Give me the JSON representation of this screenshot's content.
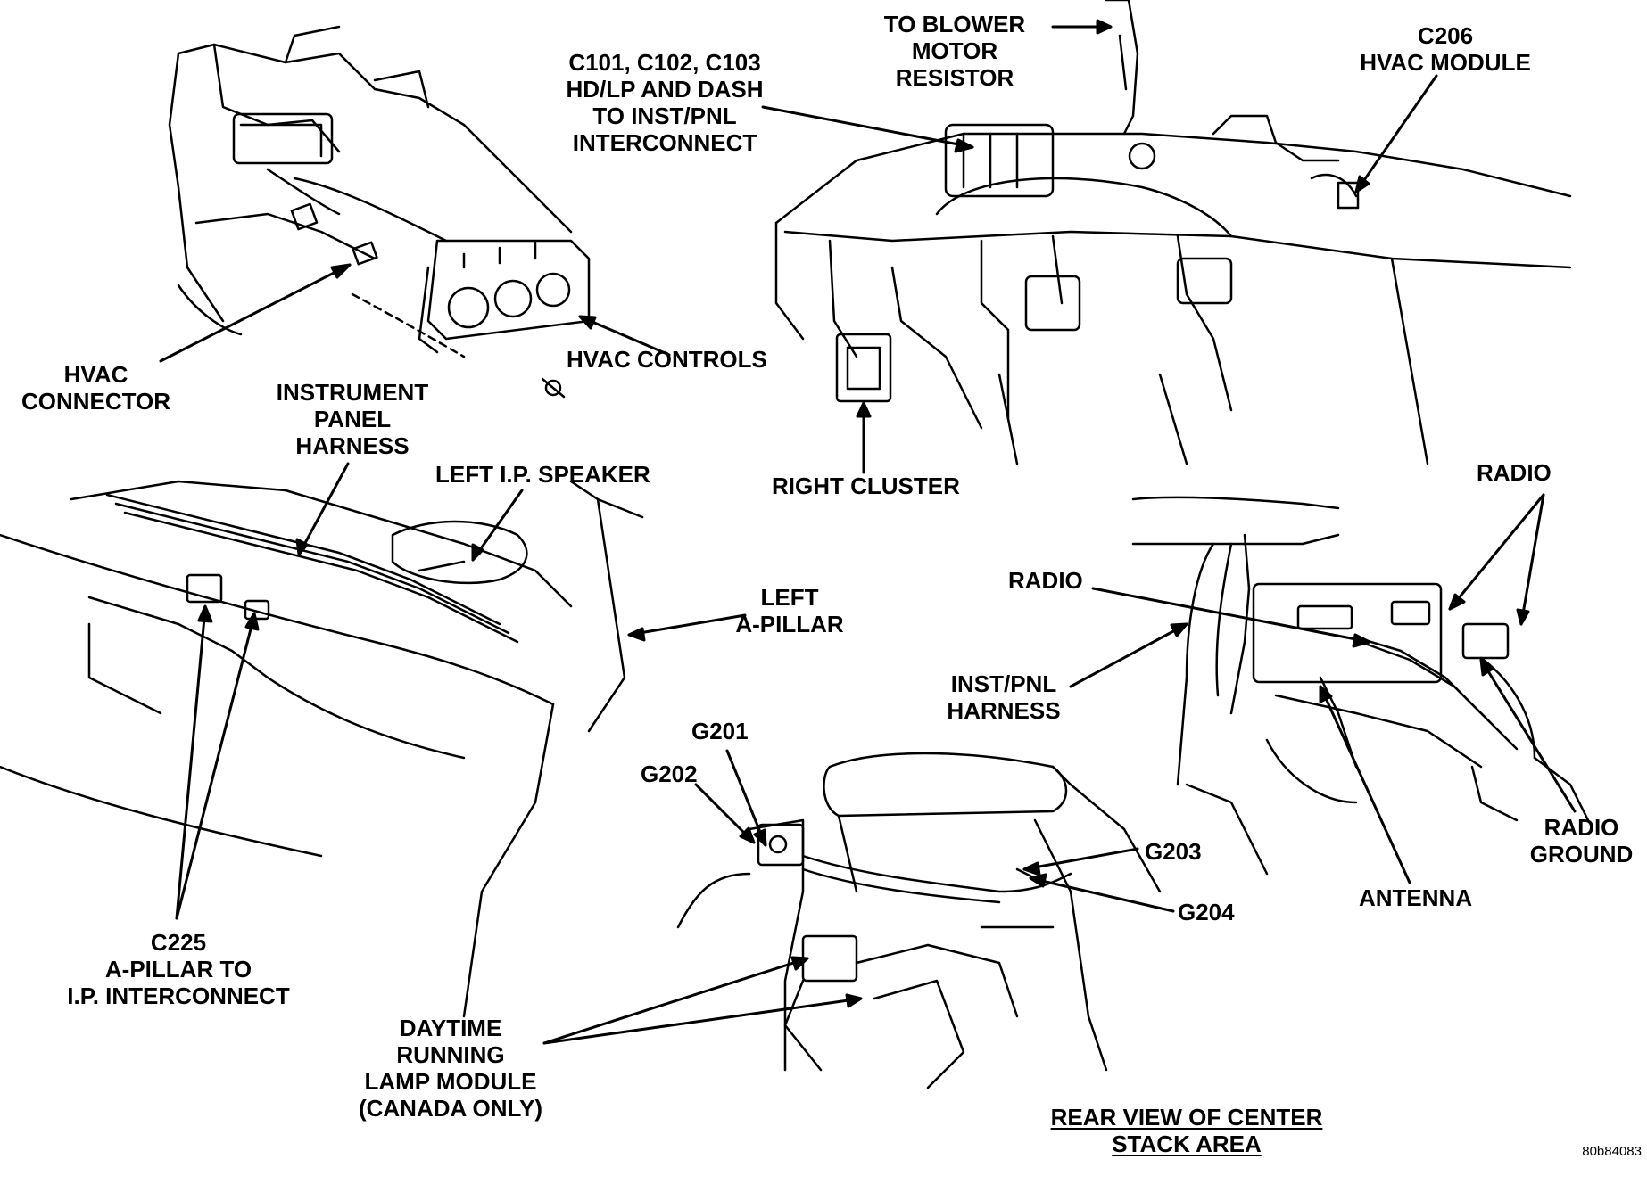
{
  "diagram": {
    "labels": {
      "to_blower_motor_resistor": "TO BLOWER\nMOTOR RESISTOR",
      "c206_hvac_module": "C206\nHVAC MODULE",
      "c101_c102_c103": "C101, C102, C103\nHD/LP AND DASH\nTO INST/PNL\nINTERCONNECT",
      "hvac_connector": "HVAC\nCONNECTOR",
      "hvac_controls": "HVAC CONTROLS",
      "instrument_panel_harness": "INSTRUMENT\nPANEL\nHARNESS",
      "left_ip_speaker": "LEFT I.P. SPEAKER",
      "right_cluster": "RIGHT CLUSTER",
      "radio_top": "RADIO",
      "radio_mid": "RADIO",
      "left_a_pillar": "LEFT\nA-PILLAR",
      "inst_pnl_harness": "INST/PNL\nHARNESS",
      "radio_ground": "RADIO\nGROUND",
      "antenna": "ANTENNA",
      "g201": "G201",
      "g202": "G202",
      "g203": "G203",
      "g204": "G204",
      "c225": "C225\nA-PILLAR TO\nI.P. INTERCONNECT",
      "drl_module": "DAYTIME\nRUNNING\nLAMP MODULE\n(CANADA ONLY)",
      "rear_view_title": "REAR VIEW OF CENTER\nSTACK AREA",
      "figure_id": "80b84083"
    }
  }
}
